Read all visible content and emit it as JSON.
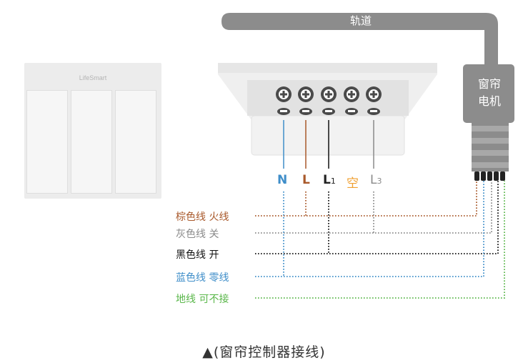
{
  "panel": {
    "brand": "LifeSmart"
  },
  "track": {
    "label": "轨道"
  },
  "motor": {
    "line1": "窗帘",
    "line2": "电机"
  },
  "terminals": [
    {
      "label": "N",
      "sub": "",
      "color": "#3f8ec9"
    },
    {
      "label": "L",
      "sub": "",
      "color": "#a9592b"
    },
    {
      "label": "L",
      "sub": "1",
      "color": "#222222"
    },
    {
      "label": "空",
      "sub": "",
      "color": "#f0a030"
    },
    {
      "label": "L",
      "sub": "3",
      "color": "#8a8a8a"
    }
  ],
  "wires": [
    {
      "label": "棕色线 火线",
      "color": "#a9592b"
    },
    {
      "label": "灰色线 关",
      "color": "#8a8a8a"
    },
    {
      "label": "黑色线 开",
      "color": "#111111"
    },
    {
      "label": "蓝色线 零线",
      "color": "#3f8ec9"
    },
    {
      "label": "地线 可不接",
      "color": "#5ab74a"
    }
  ],
  "caption": "▲(窗帘控制器接线)"
}
